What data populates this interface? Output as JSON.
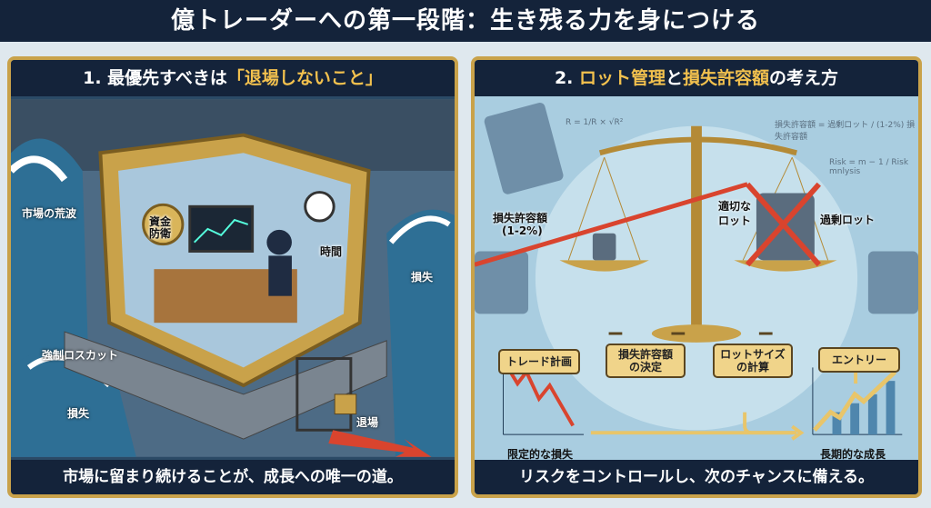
{
  "title": "億トレーダーへの第一段階：生き残る力を身につける",
  "left": {
    "heading_prefix": "1. 最優先すべきは",
    "heading_highlight": "「退場しないこと」",
    "labels": {
      "waves": "市場の荒波",
      "shield": "資金防衛",
      "time": "時間",
      "loss_right": "損失",
      "margin_call": "強制ロスカット",
      "loss_left": "損失",
      "exit": "退場"
    },
    "footer": "市場に留まり続けることが、成長への唯一の道。"
  },
  "right": {
    "heading_prefix": "2. ",
    "heading_h1": "ロット管理",
    "heading_mid": "と",
    "heading_h2": "損失許容額",
    "heading_suffix": "の考え方",
    "formulas": [
      "R = 1/R × √R²",
      "損失許容額 = 過剰ロット / (1-2%) 損失許容額",
      "Risk = m − 1 / Risk mnlysis"
    ],
    "labels": {
      "allowance": "損失許容額",
      "allowance_pct": "(1-2%)",
      "proper_lot": "適切な",
      "proper_lot2": "ロット",
      "excess_lot": "過剰ロット"
    },
    "flow": [
      "トレード計画",
      "損失許容額\nの決定",
      "ロットサイズ\nの計算",
      "エントリー"
    ],
    "limited_loss": "限定的な損失",
    "long_growth": "長期的な成長",
    "footer": "リスクをコントロールし、次のチャンスに備える。"
  }
}
